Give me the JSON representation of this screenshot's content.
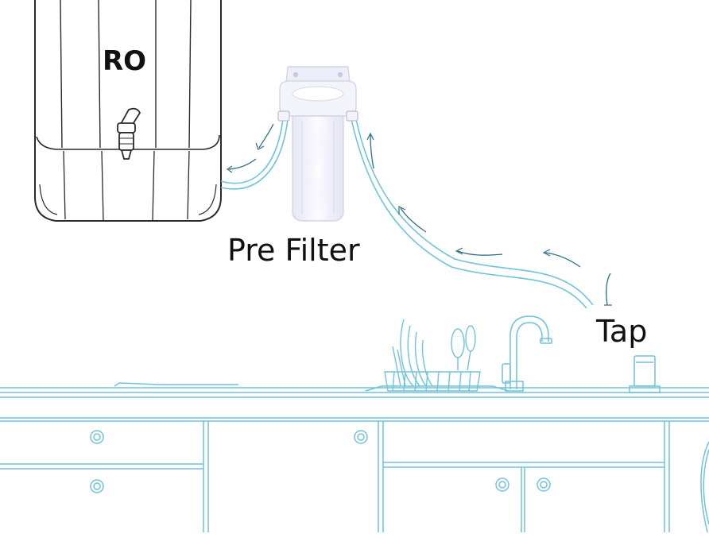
{
  "labels": {
    "ro": "RO",
    "pre_filter": "Pre Filter",
    "tap": "Tap"
  },
  "colors": {
    "line": "#6fc3dc",
    "line_dark": "#2c6f86",
    "ro_outline": "#2a2a2a",
    "filter_body": "#eef0fb",
    "filter_glow": "#f6f4ff",
    "text": "#111111",
    "background": "#ffffff"
  }
}
